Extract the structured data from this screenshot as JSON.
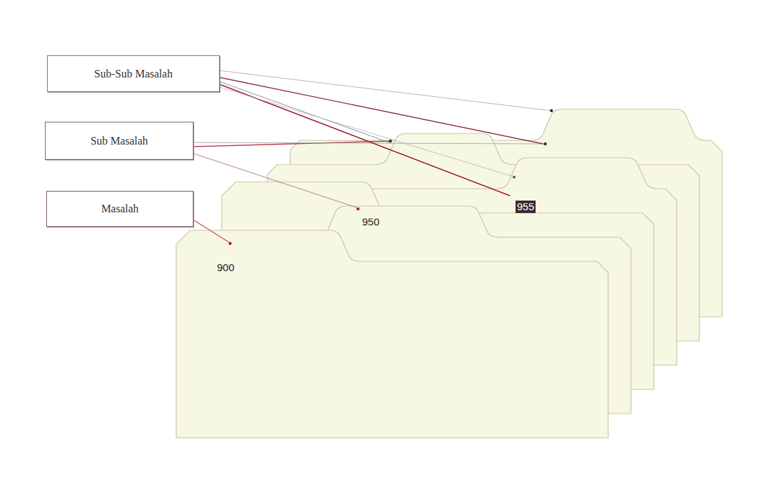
{
  "diagram": {
    "nodes": [
      {
        "text": [
          "Sub-Sub Masalah"
        ]
      },
      {
        "text": [
          "Sub Masalah"
        ]
      },
      {
        "text": [
          "Masalah"
        ]
      }
    ],
    "labels": [
      "900",
      "950",
      "955"
    ]
  }
}
